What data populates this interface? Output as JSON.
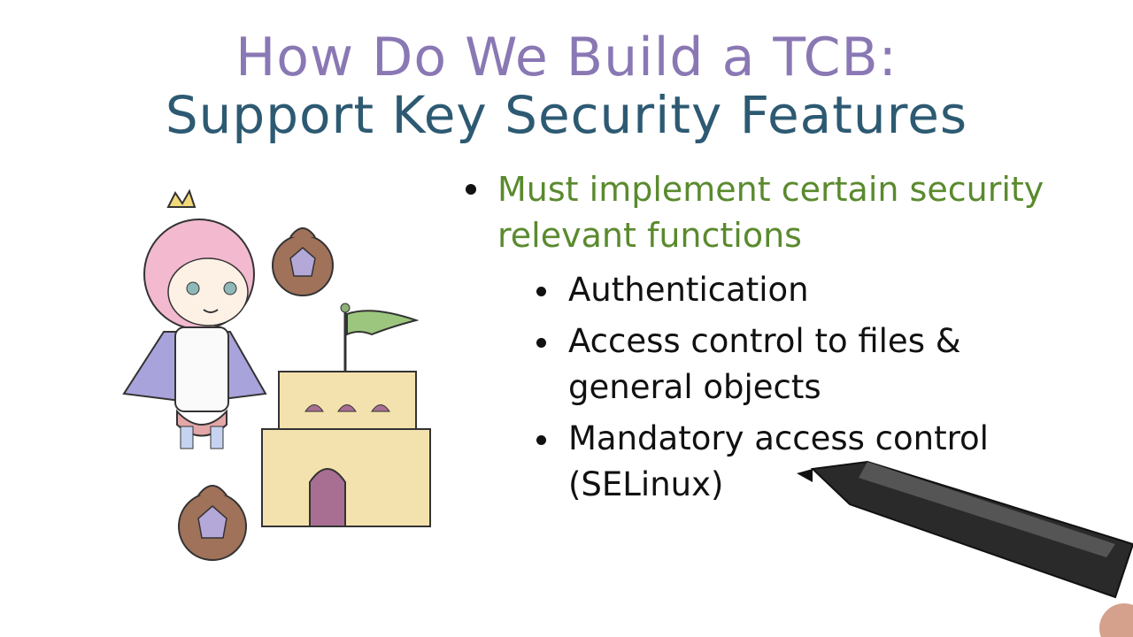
{
  "title": {
    "line1": "How Do We Build a TCB:",
    "line2": "Support Key Security Features"
  },
  "bullets": {
    "main": "Must implement certain security relevant functions",
    "items": [
      "Authentication",
      "Access control to files & general objects",
      "Mandatory access control (SELinux)"
    ]
  },
  "colors": {
    "title1": "#8a78b4",
    "title2": "#2d5a72",
    "main_bullet": "#5a8a2e"
  }
}
